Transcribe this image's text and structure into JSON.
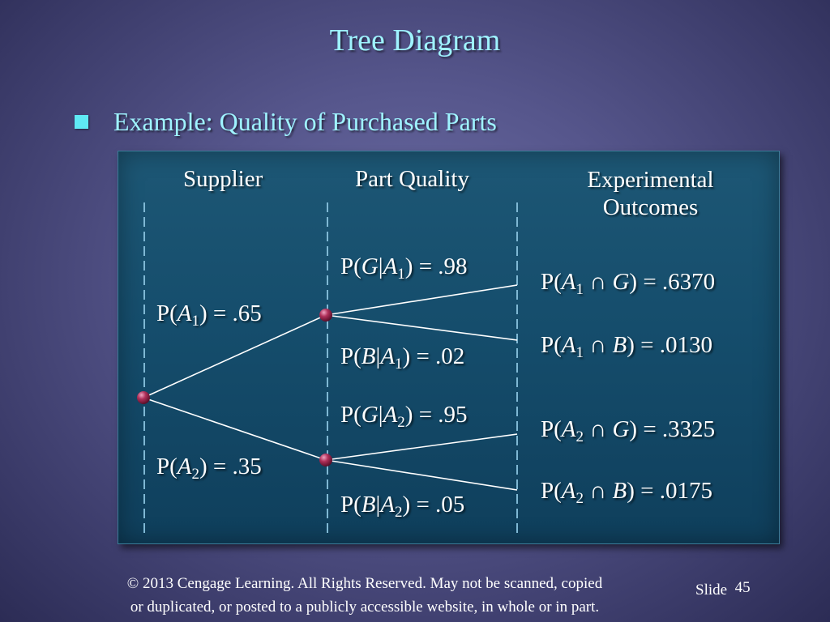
{
  "title": "Tree Diagram",
  "bullet": {
    "text": "Example:  Quality of Purchased Parts"
  },
  "headers": {
    "supplier": "Supplier",
    "part_quality": "Part Quality",
    "outcomes_line1": "Experimental",
    "outcomes_line2": "Outcomes"
  },
  "stage1": {
    "a1": {
      "pre": "P(",
      "var": "A",
      "sub": "1",
      "post": ") = .65"
    },
    "a2": {
      "pre": "P(",
      "var": "A",
      "sub": "2",
      "post": ") = .35"
    }
  },
  "stage2": {
    "g_a1": {
      "pre": "P(",
      "v1": "G",
      "mid": "|",
      "v2": "A",
      "sub": "1",
      "post": ") = .98"
    },
    "b_a1": {
      "pre": "P(",
      "v1": "B",
      "mid": "|",
      "v2": "A",
      "sub": "1",
      "post": ") = .02"
    },
    "g_a2": {
      "pre": "P(",
      "v1": "G",
      "mid": "|",
      "v2": "A",
      "sub": "2",
      "post": ") = .95"
    },
    "b_a2": {
      "pre": "P(",
      "v1": "B",
      "mid": "|",
      "v2": "A",
      "sub": "2",
      "post": ") = .05"
    }
  },
  "outcomes": [
    {
      "pre": "P(",
      "v1": "A",
      "sub": "1",
      "op": " ∩ ",
      "v2": "G",
      "post": ")  = .6370"
    },
    {
      "pre": "P(",
      "v1": "A",
      "sub": "1",
      "op": " ∩ ",
      "v2": "B",
      "post": ")  = .0130"
    },
    {
      "pre": "P(",
      "v1": "A",
      "sub": "2",
      "op": " ∩ ",
      "v2": "G",
      "post": ")  = .3325"
    },
    {
      "pre": "P(",
      "v1": "A",
      "sub": "2",
      "op": " ∩ ",
      "v2": "B",
      "post": ")  = .0175"
    }
  ],
  "footer": {
    "line1": "© 2013  Cengage Learning.  All Rights Reserved.  May not be scanned, copied",
    "line2": "or duplicated, or posted to a publicly accessible website, in whole or in part."
  },
  "slide": {
    "label": "Slide",
    "number": "45"
  },
  "colors": {
    "title": "#9ff3ff",
    "node": "#b0305a",
    "panel": "#154d6c"
  }
}
